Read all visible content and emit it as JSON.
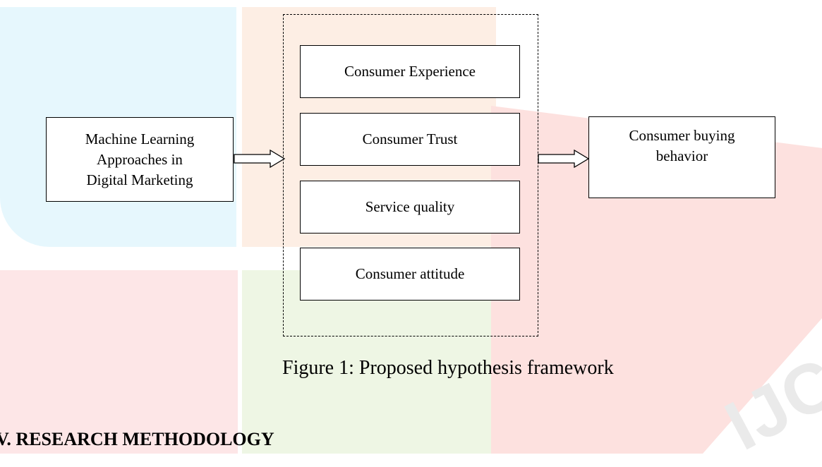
{
  "figure": {
    "input_box": {
      "label": "Machine Learning Approaches in Digital Marketing",
      "lines": [
        "Machine Learning",
        "Approaches in",
        "Digital Marketing"
      ]
    },
    "mediators": [
      {
        "label": "Consumer Experience"
      },
      {
        "label": "Consumer Trust"
      },
      {
        "label": "Service quality"
      },
      {
        "label": "Consumer attitude"
      }
    ],
    "output_box": {
      "label": "Consumer buying behavior",
      "lines": [
        "Consumer buying",
        "behavior"
      ]
    },
    "caption": "Figure 1: Proposed hypothesis framework"
  },
  "section_heading": "V. RESEARCH METHODOLOGY",
  "watermark": {
    "text": "IJCRT"
  },
  "colors": {
    "cyan_tile": "#e6f7fd",
    "orange_tile": "#fdeee4",
    "pink_tile": "#fde6e7",
    "green_tile": "#eef6e4",
    "red_tile": "#fde1df"
  }
}
